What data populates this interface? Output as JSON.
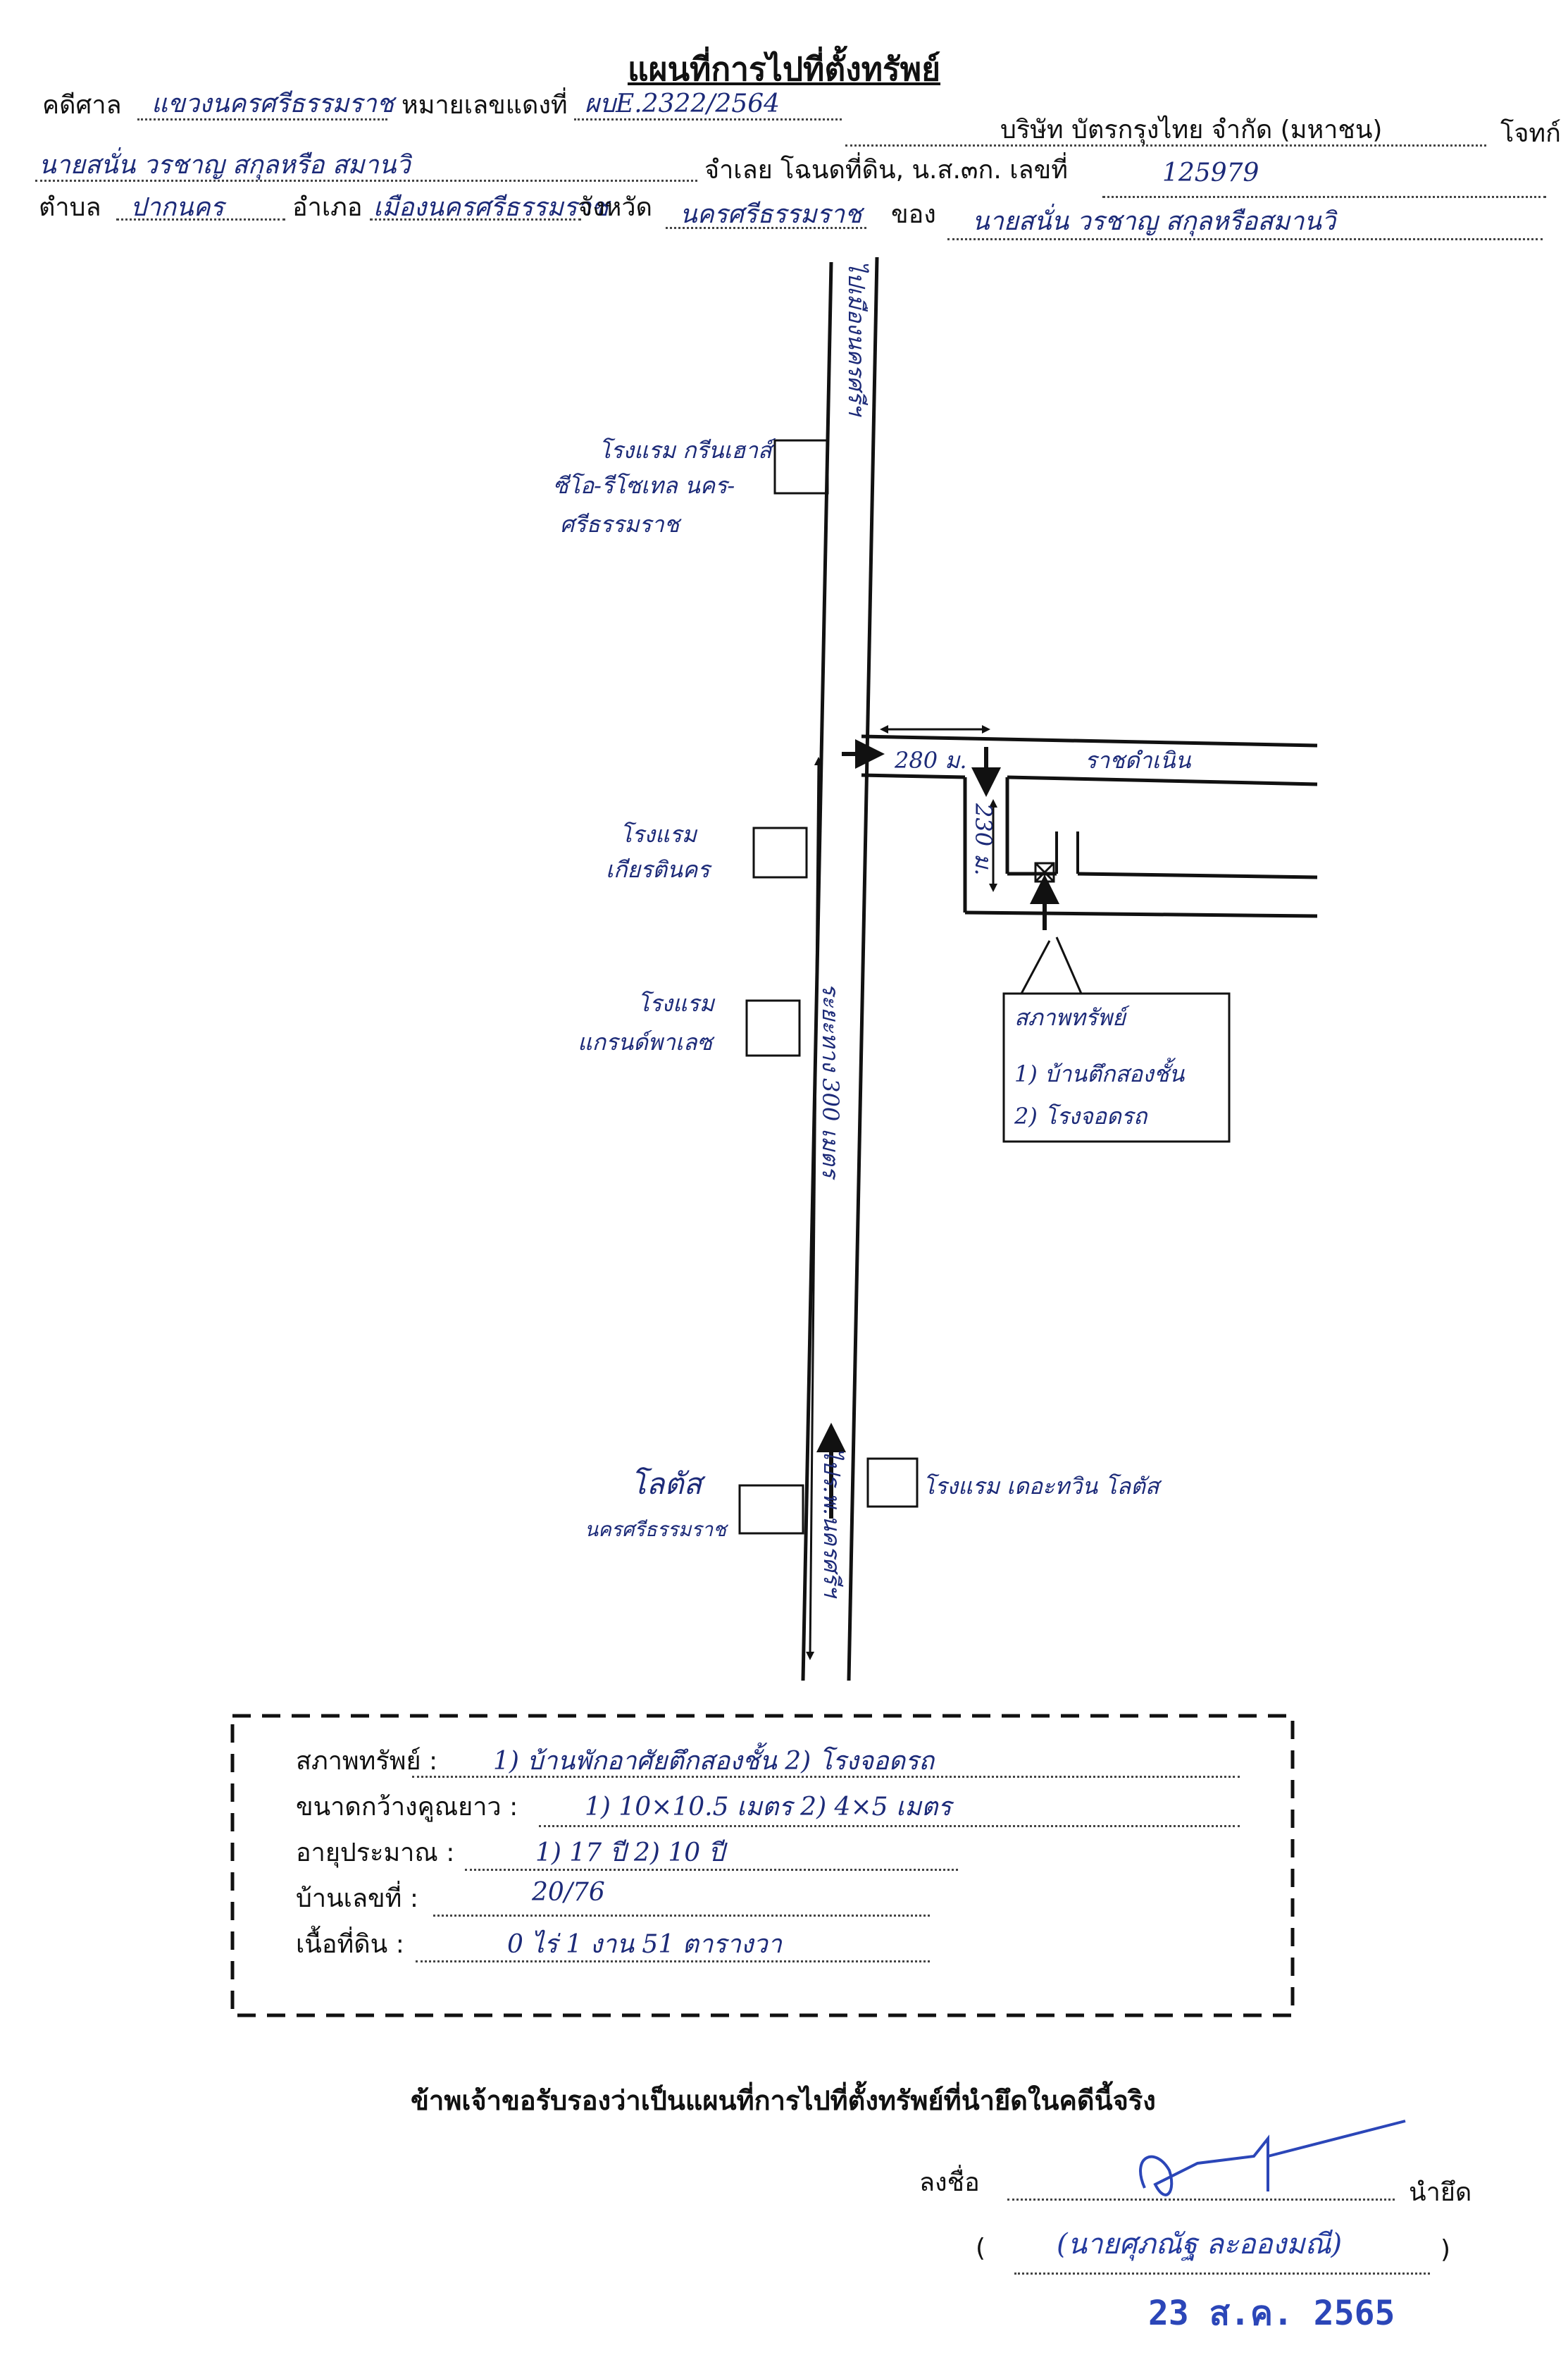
{
  "title": "แผนที่การไปที่ตั้งทรัพย์",
  "header": {
    "court_label": "คดีศาล",
    "court_value": "แขวงนครศรีธรรมราช",
    "red_no_label": "หมายเลขแดงที่",
    "red_no_value": "ผบE.2322/2564",
    "plaintiff_value": "บริษัท บัตรกรุงไทย จำกัด (มหาชน)",
    "plaintiff_label": "โจทก์",
    "defendant_value": "นายสนั่น วรชาญ สกุลหรือ สมานวิ",
    "defendant_label": "จำเลย",
    "deed_label": "โฉนดที่ดิน, น.ส.๓ก. เลขที่",
    "deed_value": "125979",
    "subdistrict_label": "ตำบล",
    "subdistrict_value": "ปากนคร",
    "district_label": "อำเภอ",
    "district_value": "เมืองนครศรีธรรมราช",
    "province_label": "จังหวัด",
    "province_value": "นครศรีธรรมราช",
    "owner_label": "ของ",
    "owner_value": "นายสนั่น วรชาญ สกุลหรือสมานวิ"
  },
  "map": {
    "road_north": "ไปเมืองนครศรีฯ",
    "road_south": "ไปร.พ.นครศรีฯ",
    "road_length": "ระยะทาง 300 เมตร",
    "side_road": "ราชดำเนิน",
    "dist_east": "280 ม.",
    "dist_south": "230 ม.",
    "landmarks": {
      "hotel_green_1": "โรงแรม กรีนเฮาส์",
      "hotel_green_2": "ซีโอ-รีโซเทล นคร-",
      "hotel_green_3": "ศรีธรรมราช",
      "hotel_kiat_1": "โรงแรม",
      "hotel_kiat_2": "เกียรตินคร",
      "hotel_grand_1": "โรงแรม",
      "hotel_grand_2": "แกรนด์พาเลซ",
      "lotus_1": "โลตัส",
      "lotus_2": "นครศรีธรรมราช",
      "hotel_twin": "โรงแรม เดอะทวิน โลตัส"
    },
    "legend_title": "สภาพทรัพย์",
    "legend_item1": "1) บ้านตึกสองชั้น",
    "legend_item2": "2) โรงจอดรถ"
  },
  "info": {
    "condition_label": "สภาพทรัพย์ :",
    "condition_value": "1) บ้านพักอาศัยตึกสองชั้น   2) โรงจอดรถ",
    "size_label": "ขนาดกว้างคูณยาว :",
    "size_value": "1)  10×10.5  เมตร     2) 4×5  เมตร",
    "age_label": "อายุประมาณ :",
    "age_value": "1)  17  ปี     2)  10  ปี",
    "house_label": "บ้านเลขที่ :",
    "house_value": "20/76",
    "land_label": "เนื้อที่ดิน :",
    "land_value": "0   ไร่    1  งาน    51    ตารางวา"
  },
  "certify": "ข้าพเจ้าขอรับรองว่าเป็นแผนที่การไปที่ตั้งทรัพย์ที่นำยึดในคดีนี้จริง",
  "sign": {
    "sign_label": "ลงชื่อ",
    "role": "นำยึด",
    "open_paren": "(",
    "close_paren": ")",
    "name": "(นายศุภณัฐ ละอองมณี)",
    "date": "23 ส.ค. 2565"
  }
}
